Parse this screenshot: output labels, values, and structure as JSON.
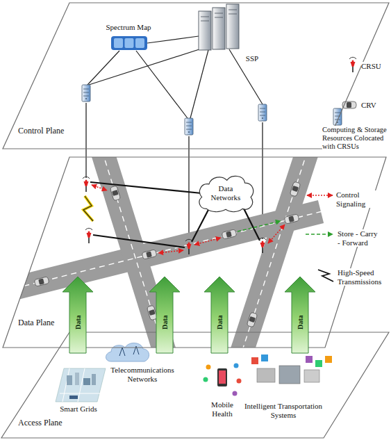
{
  "diagram": {
    "nodes": [
      {
        "text": [
          "Control Plane"
        ]
      },
      {
        "text": [
          "Data Plane"
        ]
      },
      {
        "text": [
          "Data Networks"
        ],
        "in": 1
      },
      {
        "text": [
          "Data"
        ]
      },
      {
        "text": [
          "Data"
        ]
      },
      {
        "text": [
          "Data"
        ]
      },
      {
        "text": [
          "Data"
        ]
      },
      {
        "text": [
          "Access Plane"
        ]
      }
    ],
    "labels": [
      "Spectrum Map",
      "SSP",
      "Smart Grids",
      "Telecommunications Networks",
      "Mobile Health",
      "Intelligent Transportation Systems"
    ],
    "legend": [
      {
        "text": "CRSU"
      },
      {
        "text": "CRV"
      },
      {
        "text": "Computing & Storage Resources Colocated with CRSUs"
      },
      {
        "text": "Control Signaling"
      },
      {
        "text": "Store - Carry - Forward"
      },
      {
        "text": "High-Speed Transmissions"
      }
    ]
  }
}
